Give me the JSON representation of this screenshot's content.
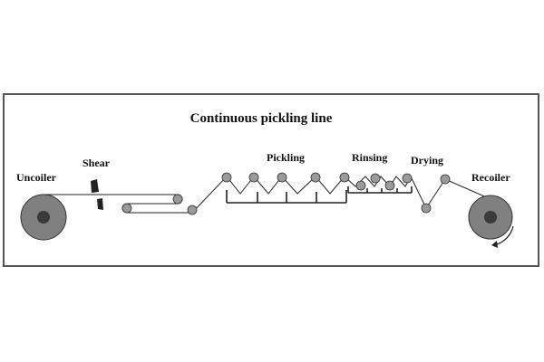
{
  "title": "Continuous pickling line",
  "labels": {
    "uncoiler": "Uncoiler",
    "shear": "Shear",
    "pickling": "Pickling",
    "rinsing": "Rinsing",
    "drying": "Drying",
    "recoiler": "Recoiler"
  },
  "colors": {
    "coil_outer": "#808080",
    "coil_inner": "#3a3a3a",
    "roller": "#9a9a9a",
    "strip": "#222222",
    "frame": "#555555"
  },
  "icons": {
    "shear": "shear-blades-icon",
    "recoiler_rotation": "curved-arrow-icon"
  }
}
